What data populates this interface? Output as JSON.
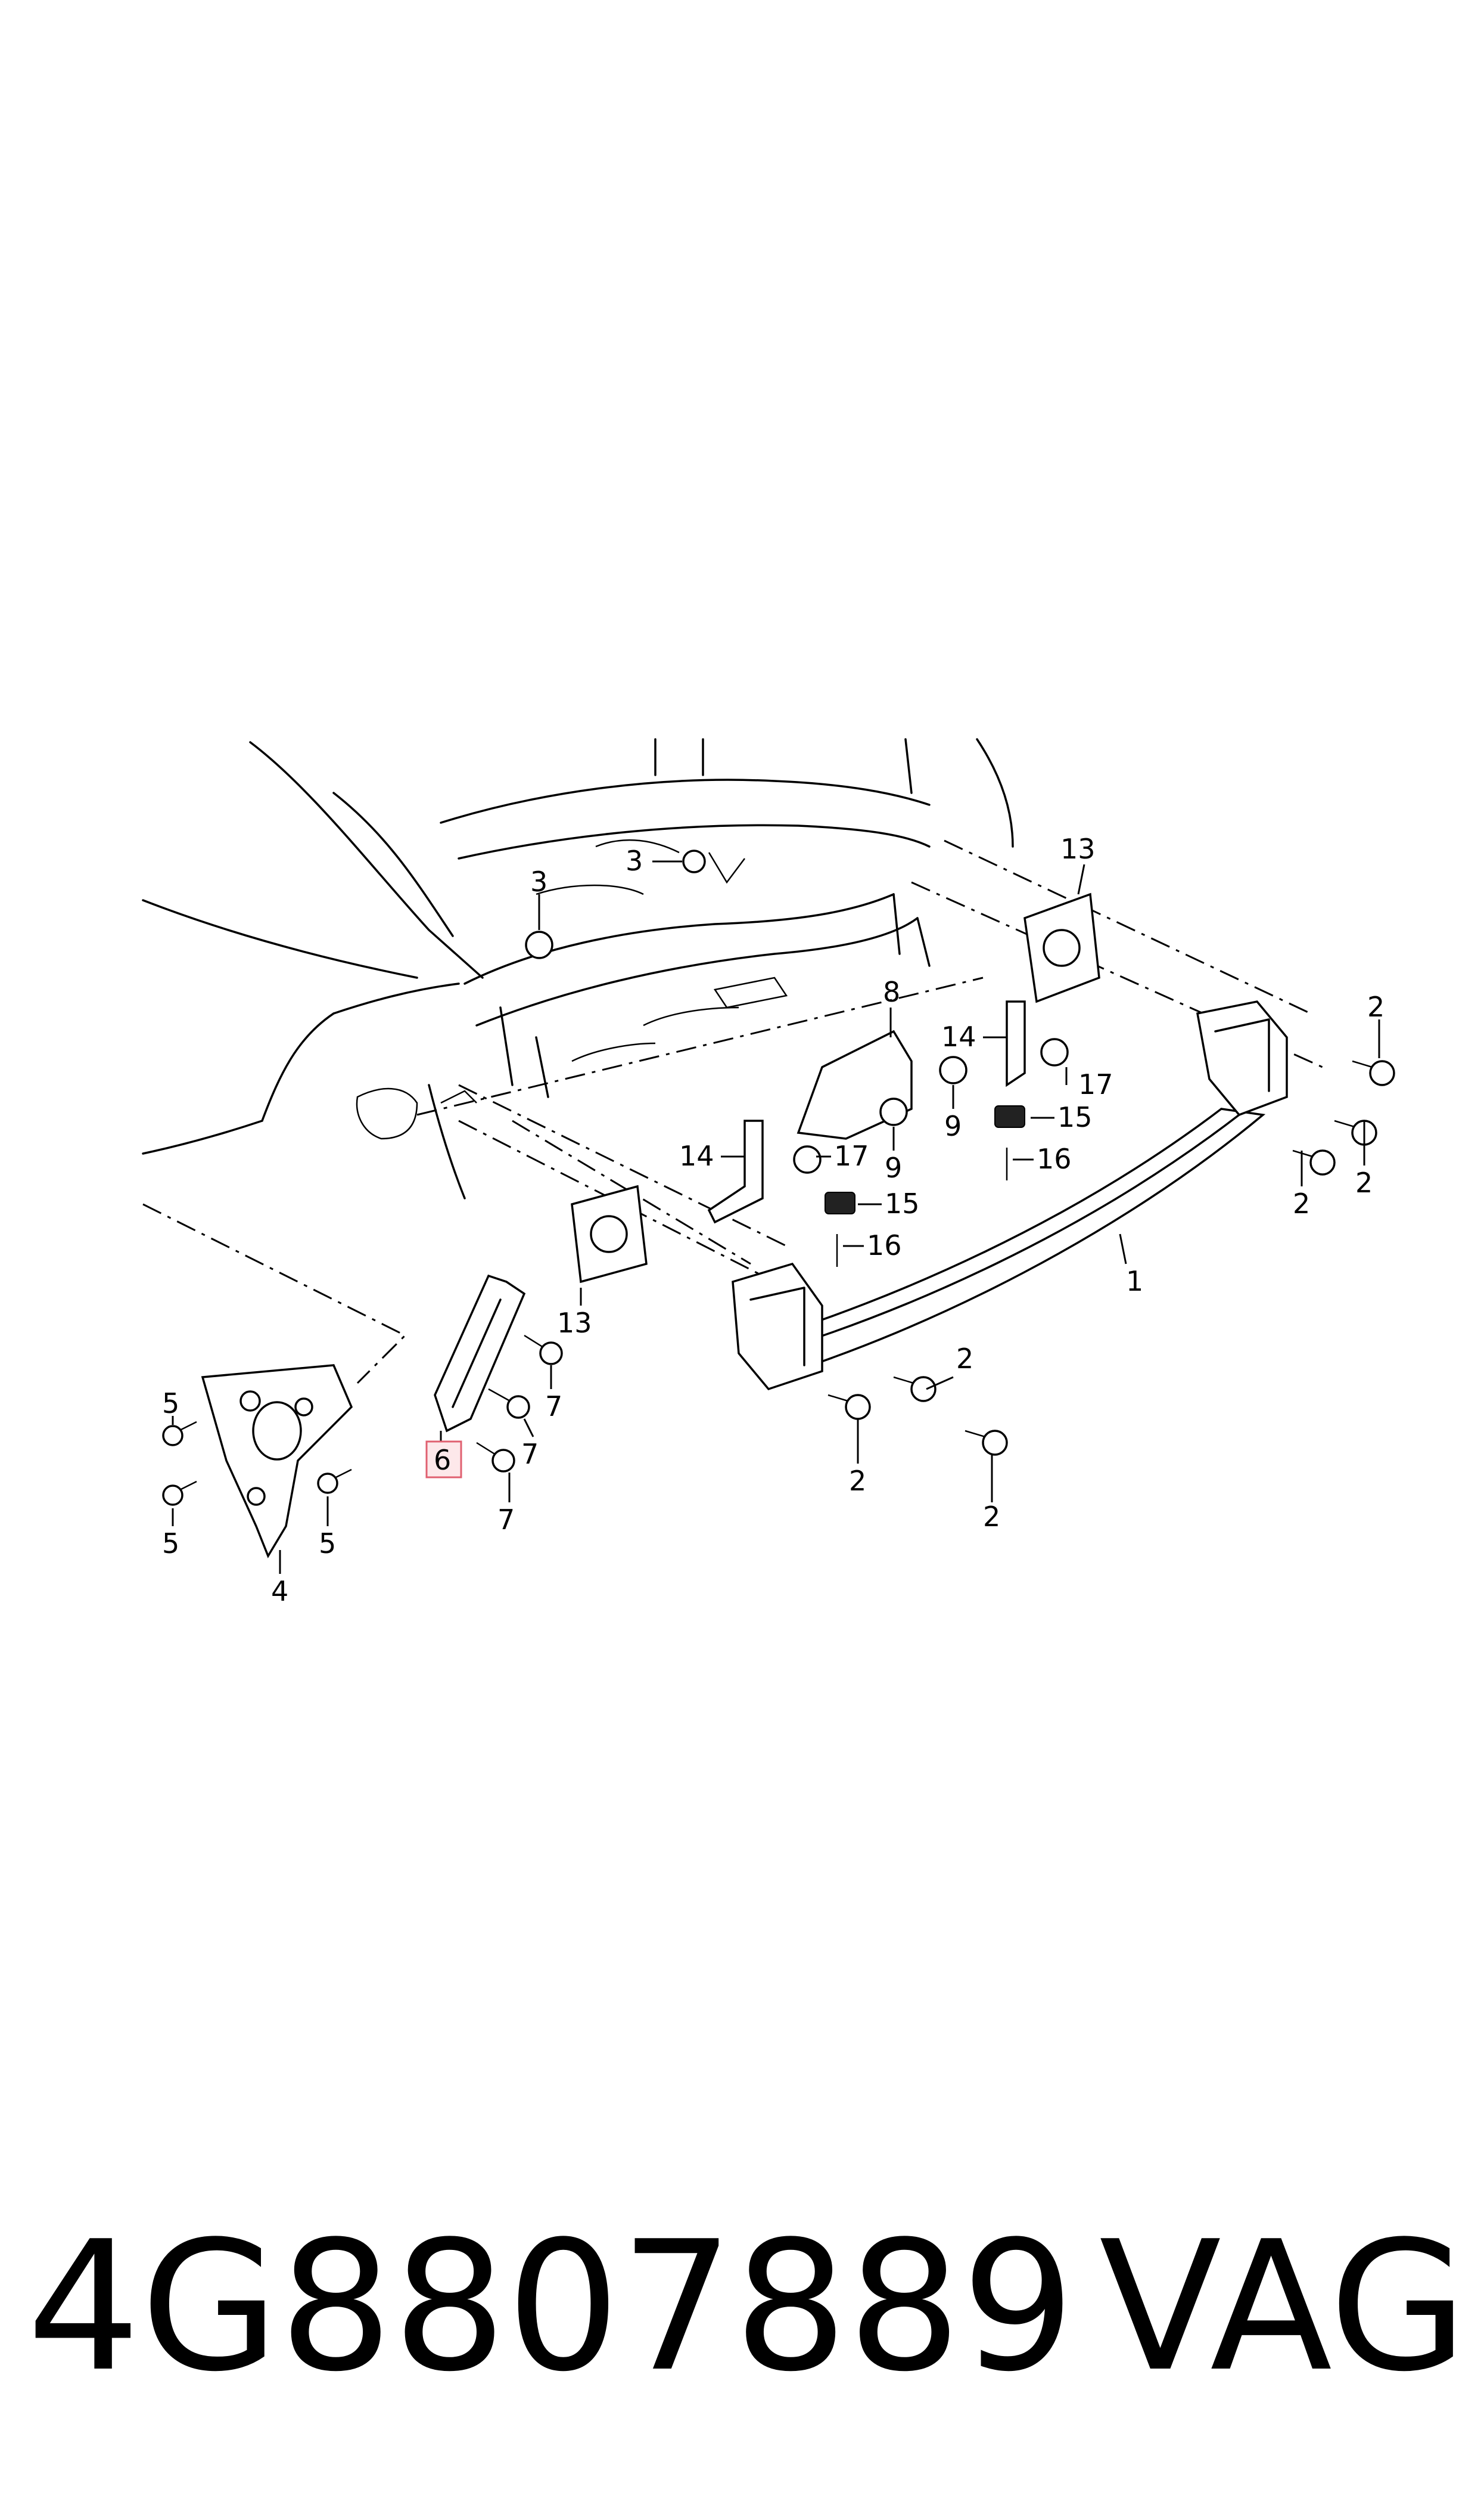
{
  "diagram": {
    "labels": {
      "l1": "1",
      "l2a": "2",
      "l2b": "2",
      "l2c": "2",
      "l2d": "2",
      "l2e": "2",
      "l2f": "2",
      "l3a": "3",
      "l3b": "3",
      "l4": "4",
      "l5a": "5",
      "l5b": "5",
      "l5c": "5",
      "l6": "6",
      "l7a": "7",
      "l7b": "7",
      "l7c": "7",
      "l8": "8",
      "l9a": "9",
      "l9b": "9",
      "l13a": "13",
      "l13b": "13",
      "l14a": "14",
      "l14b": "14",
      "l15a": "15",
      "l15b": "15",
      "l16a": "16",
      "l16b": "16",
      "l17a": "17",
      "l17b": "17"
    },
    "highlight_color": "#e06070"
  },
  "footer": {
    "part_number": "4G8807889",
    "brand": "VAG"
  }
}
